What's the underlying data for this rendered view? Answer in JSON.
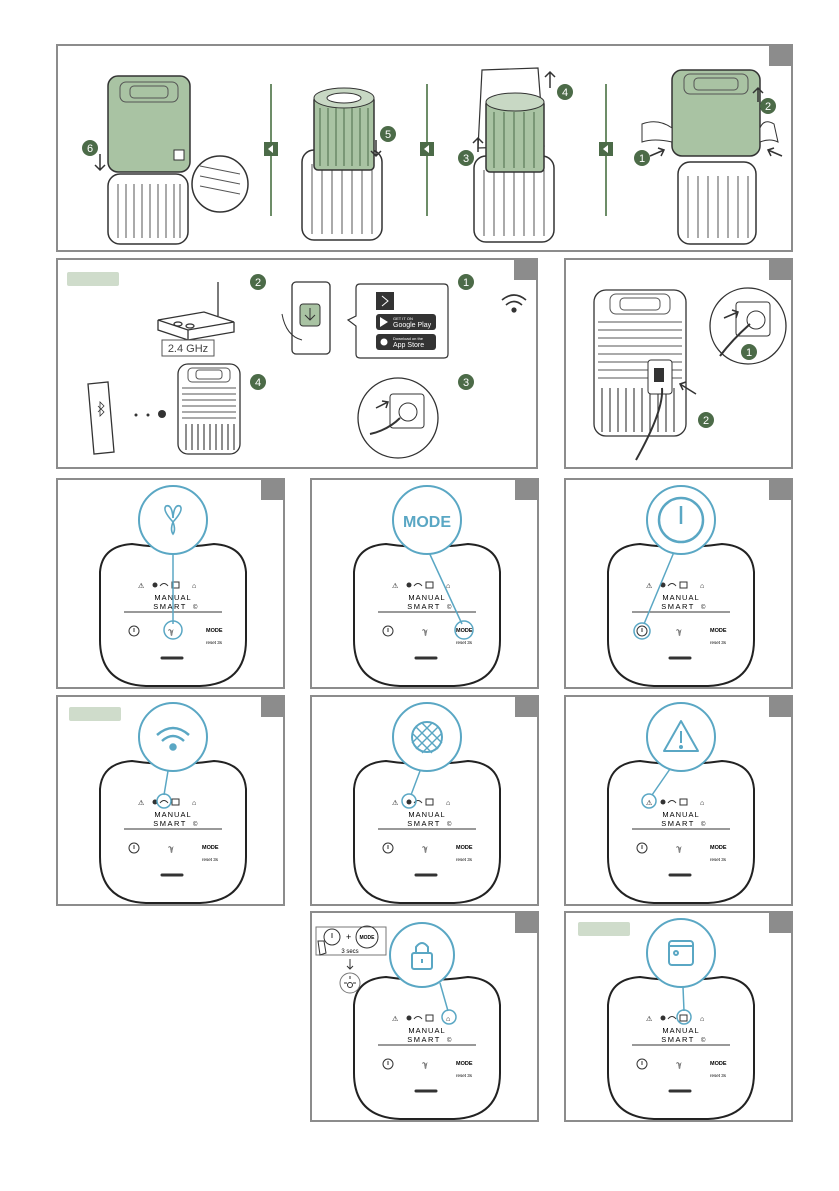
{
  "step_numbers": {
    "s1": "1",
    "s2": "2",
    "s3": "3",
    "s4": "4",
    "s5": "5",
    "s6": "6"
  },
  "wifi_setup": {
    "router_band": "2.4 GHz",
    "store_top_label": "GET IT ON",
    "google_play": "Google Play",
    "app_store_top_label": "Download on the",
    "app_store": "App Store",
    "steps": [
      "1",
      "2",
      "3",
      "4"
    ]
  },
  "power_steps": [
    "1",
    "2"
  ],
  "control_panel": {
    "manual": "MANUAL",
    "smart": "SMART",
    "mode": "MODE",
    "reset": "reset 3s"
  },
  "zoom_labels": {
    "mode": "MODE"
  },
  "lock_combo": {
    "plus": "+",
    "mode": "MODE",
    "duration": "3 secs"
  },
  "colors": {
    "accent": "#5aa7c4",
    "green_fill": "#a9c3a3",
    "green_step": "#4c6b48",
    "frame": "#8c8c8c",
    "tag": "#cfdccb"
  }
}
